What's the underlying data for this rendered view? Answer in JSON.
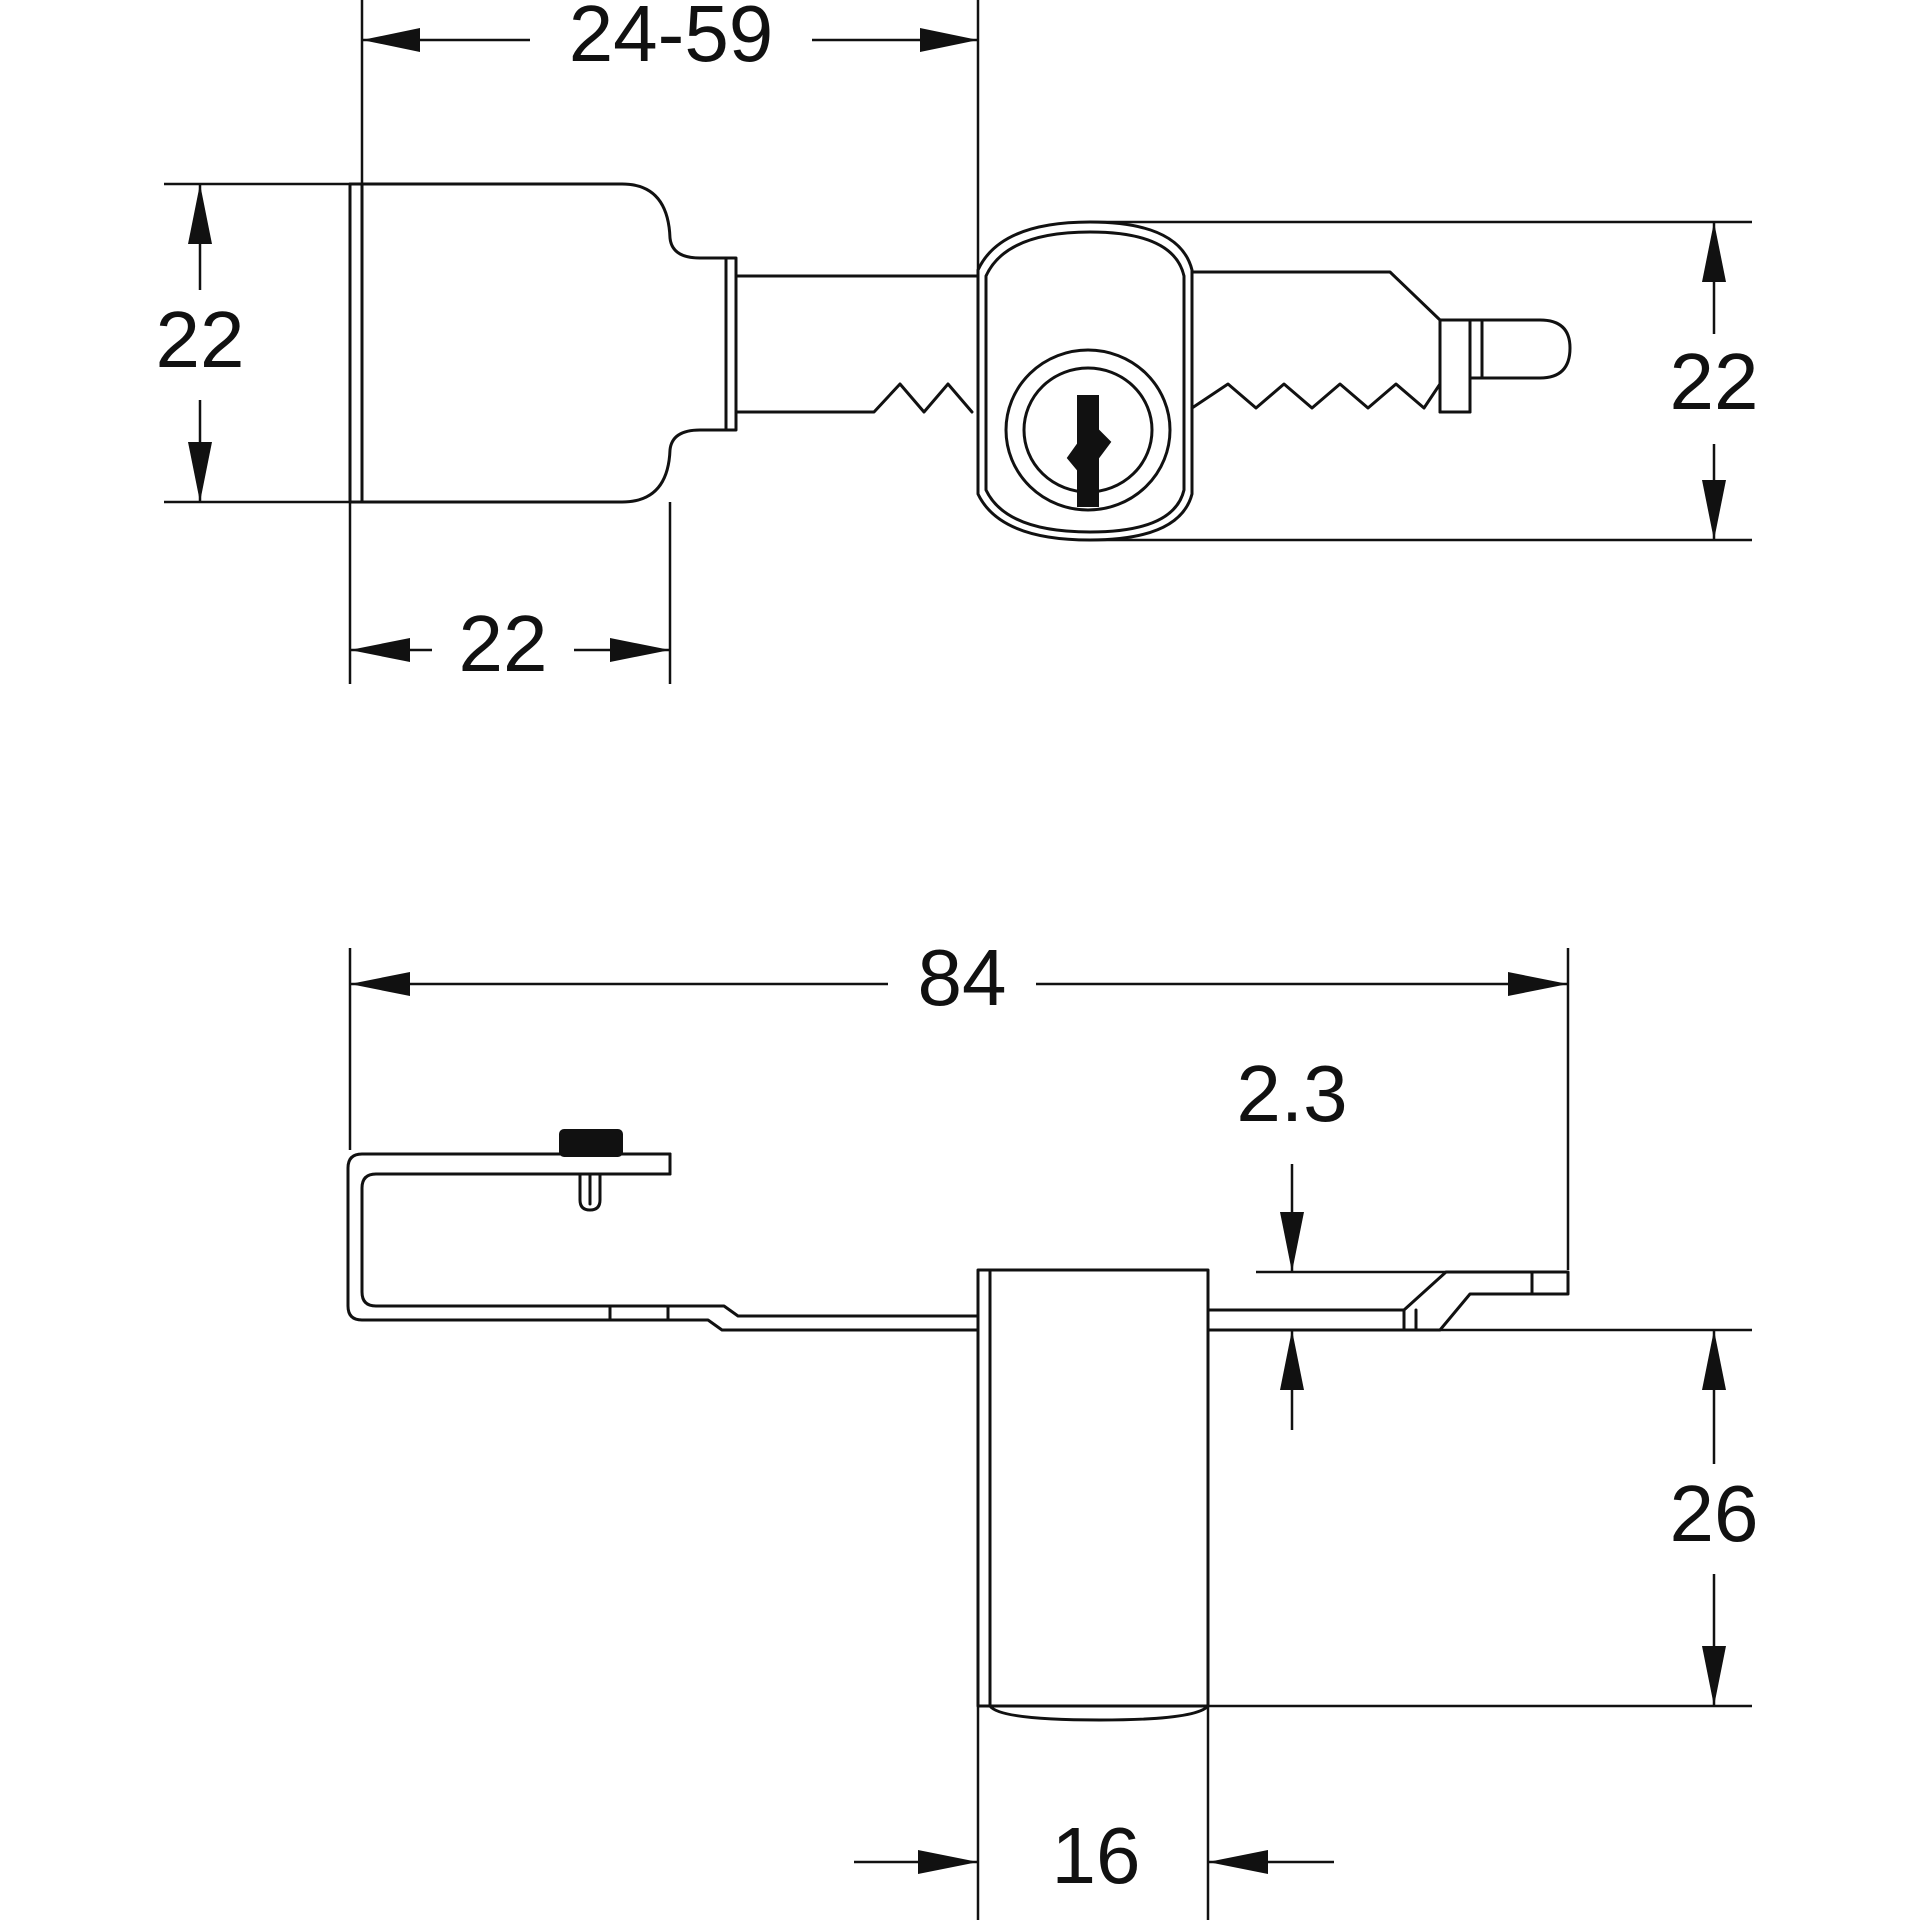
{
  "dimensions": {
    "bolt_travel": "24-59",
    "housing_height": "22",
    "housing_width": "22",
    "cylinder_height": "22",
    "overall_length": "84",
    "plate_thickness": "2.3",
    "body_depth": "26",
    "body_width": "16"
  }
}
